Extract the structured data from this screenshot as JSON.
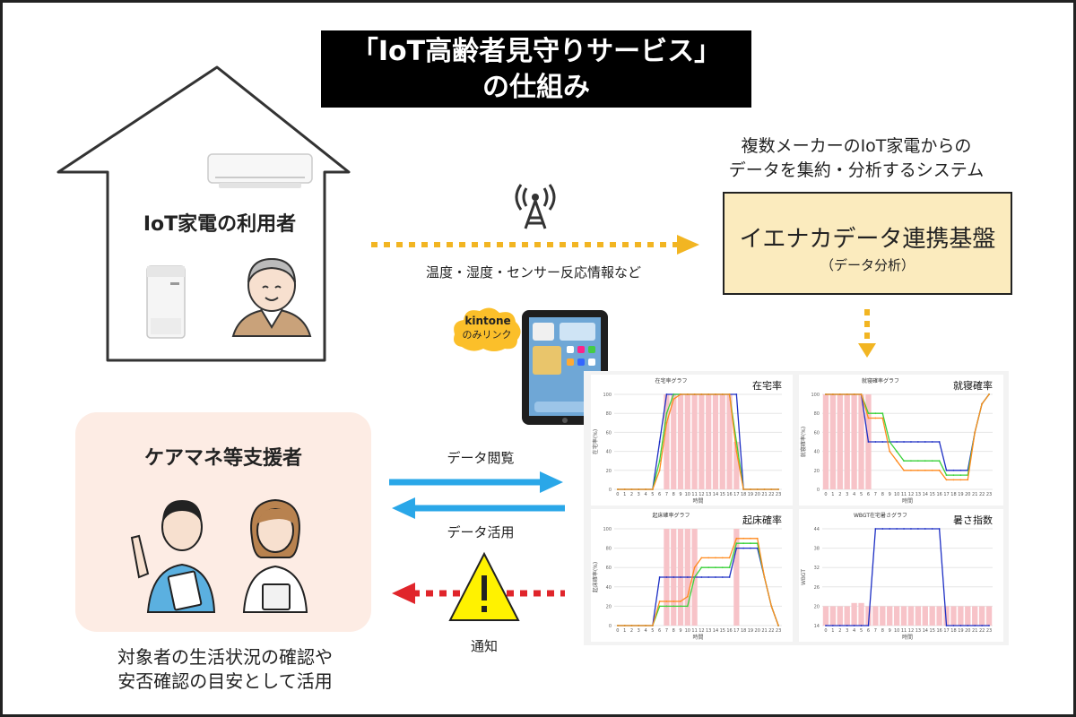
{
  "title": {
    "line1": "「IoT高齢者見守りサービス」",
    "line2": "の仕組み"
  },
  "house": {
    "label": "IoT家電の利用者"
  },
  "system": {
    "caption_line1": "複数メーカーのIoT家電からの",
    "caption_line2": "データを集約・分析するシステム",
    "box_title": "イエナカデータ連携基盤",
    "box_subtitle": "（データ分析）"
  },
  "data_flow": {
    "caption": "温度・湿度・センサー反応情報など"
  },
  "kintone": {
    "logo": "kintone",
    "caption": "のみリンク"
  },
  "care": {
    "title": "ケアマネ等支援者",
    "caption_line1": "対象者の生活状況の確認や",
    "caption_line2": "安否確認の目安として活用"
  },
  "arrows": {
    "view_label": "データ閲覧",
    "use_label": "データ活用",
    "notify_label": "通知"
  },
  "colors": {
    "arrow_yellow": "#f2b522",
    "arrow_blue": "#2aa7e8",
    "arrow_red": "#e0252b",
    "system_box": "#fbebbe",
    "care_box": "#fdece4",
    "warning": "#fff200"
  },
  "chart_data": [
    {
      "type": "line",
      "title": "在宅率グラフ",
      "panel_label": "在宅率",
      "xlabel": "時間",
      "ylabel": "在宅率(%)",
      "ylim": [
        0,
        100
      ],
      "x": [
        0,
        1,
        2,
        3,
        4,
        5,
        6,
        7,
        8,
        9,
        10,
        11,
        12,
        13,
        14,
        15,
        16,
        17,
        18,
        19,
        20,
        21,
        22,
        23
      ],
      "series": [
        {
          "name": "",
          "color": "#1c2ec4",
          "values": [
            0,
            0,
            0,
            0,
            0,
            0,
            50,
            100,
            100,
            100,
            100,
            100,
            100,
            100,
            100,
            100,
            100,
            100,
            0,
            0,
            0,
            0,
            0,
            0
          ]
        },
        {
          "name": "",
          "color": "#3ad13a",
          "values": [
            0,
            0,
            0,
            0,
            0,
            0,
            30,
            80,
            100,
            100,
            100,
            100,
            100,
            100,
            100,
            100,
            100,
            50,
            0,
            0,
            0,
            0,
            0,
            0
          ]
        },
        {
          "name": "",
          "color": "#ff8a1e",
          "values": [
            0,
            0,
            0,
            0,
            0,
            0,
            20,
            70,
            95,
            100,
            100,
            100,
            100,
            100,
            100,
            100,
            100,
            40,
            0,
            0,
            0,
            0,
            0,
            0
          ]
        }
      ],
      "bars": [
        0,
        0,
        0,
        0,
        0,
        0,
        0,
        100,
        100,
        100,
        100,
        100,
        100,
        100,
        100,
        100,
        100,
        50,
        0,
        0,
        0,
        0,
        0,
        0
      ]
    },
    {
      "type": "line",
      "title": "就寝確率グラフ",
      "panel_label": "就寝確率",
      "xlabel": "時間",
      "ylabel": "就寝確率(%)",
      "ylim": [
        0,
        100
      ],
      "x": [
        0,
        1,
        2,
        3,
        4,
        5,
        6,
        7,
        8,
        9,
        10,
        11,
        12,
        13,
        14,
        15,
        16,
        17,
        18,
        19,
        20,
        21,
        22,
        23
      ],
      "series": [
        {
          "name": "",
          "color": "#1c2ec4",
          "values": [
            100,
            100,
            100,
            100,
            100,
            100,
            50,
            50,
            50,
            50,
            50,
            50,
            50,
            50,
            50,
            50,
            50,
            20,
            20,
            20,
            20,
            60,
            90,
            100
          ]
        },
        {
          "name": "",
          "color": "#3ad13a",
          "values": [
            100,
            100,
            100,
            100,
            100,
            100,
            80,
            80,
            80,
            50,
            40,
            30,
            30,
            30,
            30,
            30,
            30,
            15,
            15,
            15,
            15,
            60,
            90,
            100
          ]
        },
        {
          "name": "",
          "color": "#ff8a1e",
          "values": [
            100,
            100,
            100,
            100,
            100,
            100,
            75,
            75,
            75,
            40,
            30,
            20,
            20,
            20,
            20,
            20,
            20,
            10,
            10,
            10,
            10,
            60,
            90,
            100
          ]
        }
      ],
      "bars": [
        100,
        100,
        100,
        100,
        100,
        100,
        100,
        0,
        0,
        0,
        0,
        0,
        0,
        0,
        0,
        0,
        0,
        0,
        0,
        0,
        0,
        0,
        0,
        0
      ]
    },
    {
      "type": "line",
      "title": "起床確率グラフ",
      "panel_label": "起床確率",
      "xlabel": "時間",
      "ylabel": "起床確率(%)",
      "ylim": [
        0,
        100
      ],
      "x": [
        0,
        1,
        2,
        3,
        4,
        5,
        6,
        7,
        8,
        9,
        10,
        11,
        12,
        13,
        14,
        15,
        16,
        17,
        18,
        19,
        20,
        21,
        22,
        23
      ],
      "series": [
        {
          "name": "",
          "color": "#1c2ec4",
          "values": [
            0,
            0,
            0,
            0,
            0,
            0,
            50,
            50,
            50,
            50,
            50,
            50,
            50,
            50,
            50,
            50,
            50,
            80,
            80,
            80,
            80,
            50,
            20,
            0
          ]
        },
        {
          "name": "",
          "color": "#3ad13a",
          "values": [
            0,
            0,
            0,
            0,
            0,
            0,
            20,
            20,
            20,
            20,
            20,
            50,
            60,
            60,
            60,
            60,
            60,
            85,
            85,
            85,
            85,
            50,
            20,
            0
          ]
        },
        {
          "name": "",
          "color": "#ff8a1e",
          "values": [
            0,
            0,
            0,
            0,
            0,
            0,
            25,
            25,
            25,
            25,
            30,
            60,
            70,
            70,
            70,
            70,
            70,
            90,
            90,
            90,
            90,
            50,
            20,
            0
          ]
        }
      ],
      "bars": [
        0,
        0,
        0,
        0,
        0,
        0,
        0,
        100,
        100,
        100,
        100,
        100,
        0,
        0,
        0,
        0,
        0,
        100,
        0,
        0,
        0,
        0,
        0,
        0
      ]
    },
    {
      "type": "line",
      "title": "WBGT在宅暑さグラフ",
      "panel_label": "暑さ指数",
      "xlabel": "時間",
      "ylabel": "WBGT",
      "ylim": [
        14,
        44
      ],
      "x": [
        0,
        1,
        2,
        3,
        4,
        5,
        6,
        7,
        8,
        9,
        10,
        11,
        12,
        13,
        14,
        15,
        16,
        17,
        18,
        19,
        20,
        21,
        22,
        23
      ],
      "series": [
        {
          "name": "",
          "color": "#1c2ec4",
          "values": [
            14,
            14,
            14,
            14,
            14,
            14,
            14,
            44,
            44,
            44,
            44,
            44,
            44,
            44,
            44,
            44,
            44,
            14,
            14,
            14,
            14,
            14,
            14,
            14
          ]
        }
      ],
      "bars": [
        20,
        20,
        20,
        20,
        21,
        21,
        20,
        20,
        20,
        20,
        20,
        20,
        20,
        20,
        20,
        20,
        20,
        20,
        20,
        20,
        20,
        20,
        20,
        20
      ]
    }
  ]
}
